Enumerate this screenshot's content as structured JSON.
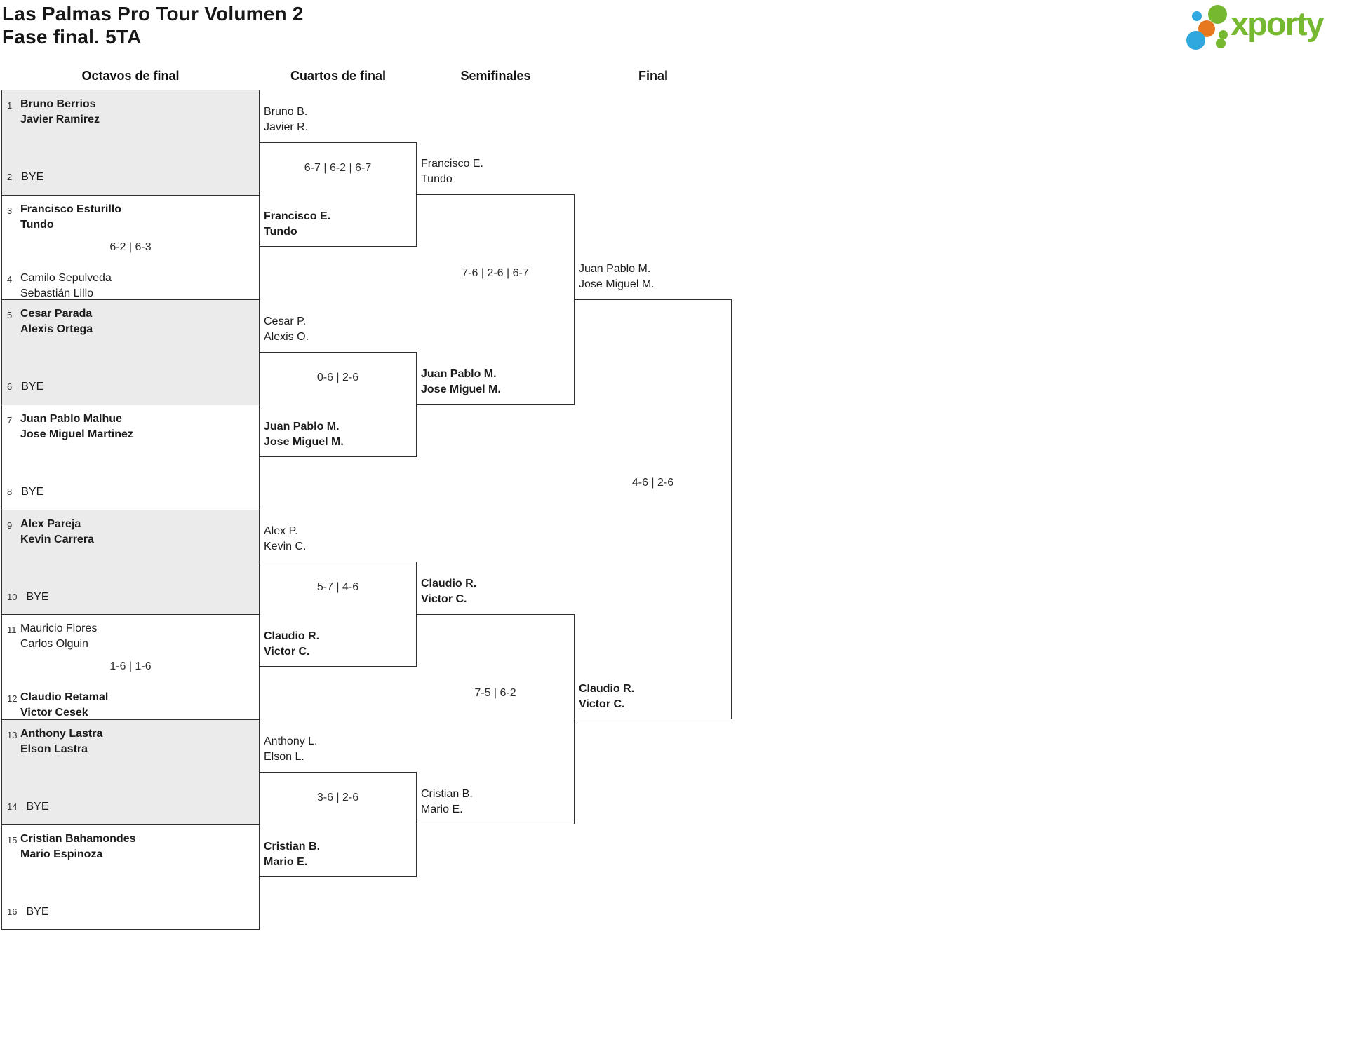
{
  "title": {
    "line1": "Las Palmas Pro Tour Volumen 2",
    "line2": "Fase final. 5TA"
  },
  "logo": {
    "brand": "xporty"
  },
  "headers": [
    "Octavos de final",
    "Cuartos de final",
    "Semifinales",
    "Final"
  ],
  "r1": [
    {
      "seed1": "1",
      "team1": [
        "Bruno Berrios",
        "Javier Ramirez"
      ],
      "winner": "top",
      "seed2": "2",
      "bye": "BYE"
    },
    {
      "seed1": "3",
      "team1": [
        "Francisco Esturillo",
        "Tundo"
      ],
      "winner": "top",
      "score": "6-2 | 6-3",
      "seed2": "4",
      "team2": [
        "Camilo Sepulveda",
        "Sebastián Lillo"
      ]
    },
    {
      "seed1": "5",
      "team1": [
        "Cesar Parada",
        "Alexis Ortega"
      ],
      "winner": "top",
      "seed2": "6",
      "bye": "BYE"
    },
    {
      "seed1": "7",
      "team1": [
        "Juan Pablo Malhue",
        "Jose Miguel Martinez"
      ],
      "winner": "top",
      "seed2": "8",
      "bye": "BYE"
    },
    {
      "seed1": "9",
      "team1": [
        "Alex Pareja",
        "Kevin Carrera"
      ],
      "winner": "top",
      "seed2": "10",
      "bye": "BYE"
    },
    {
      "seed1": "11",
      "team1": [
        "Mauricio Flores",
        "Carlos Olguin"
      ],
      "winner": "bottom",
      "score": "1-6 | 1-6",
      "seed2": "12",
      "team2": [
        "Claudio Retamal",
        "Victor Cesek"
      ]
    },
    {
      "seed1": "13",
      "team1": [
        "Anthony Lastra",
        "Elson Lastra"
      ],
      "winner": "top",
      "seed2": "14",
      "bye": "BYE"
    },
    {
      "seed1": "15",
      "team1": [
        "Cristian Bahamondes",
        "Mario Espinoza"
      ],
      "winner": "top",
      "seed2": "16",
      "bye": "BYE"
    }
  ],
  "qf": [
    {
      "top": [
        "Bruno B.",
        "Javier R."
      ],
      "score": "6-7 | 6-2 | 6-7",
      "bottom": [
        "Francisco E.",
        "Tundo"
      ],
      "winner": "bottom"
    },
    {
      "top": [
        "Cesar P.",
        "Alexis O."
      ],
      "score": "0-6 | 2-6",
      "bottom": [
        "Juan Pablo M.",
        "Jose Miguel M."
      ],
      "winner": "bottom"
    },
    {
      "top": [
        "Alex P.",
        "Kevin C."
      ],
      "score": "5-7 | 4-6",
      "bottom": [
        "Claudio R.",
        "Victor C."
      ],
      "winner": "bottom"
    },
    {
      "top": [
        "Anthony L.",
        "Elson L."
      ],
      "score": "3-6 | 2-6",
      "bottom": [
        "Cristian B.",
        "Mario E."
      ],
      "winner": "bottom"
    }
  ],
  "sf": [
    {
      "top": [
        "Francisco E.",
        "Tundo"
      ],
      "score": "7-6 | 2-6 | 6-7",
      "bottom": [
        "Juan Pablo M.",
        "Jose Miguel M."
      ],
      "winner": "bottom"
    },
    {
      "top": [
        "Claudio R.",
        "Victor C."
      ],
      "score": "7-5 | 6-2",
      "bottom": [
        "Cristian B.",
        "Mario E."
      ],
      "winner": "top"
    }
  ],
  "final": [
    {
      "top": [
        "Juan Pablo M.",
        "Jose Miguel M."
      ],
      "score": "4-6 | 2-6",
      "bottom": [
        "Claudio R.",
        "Victor C."
      ],
      "winner": "bottom"
    }
  ],
  "colors": {
    "brand_green": "#76b82f",
    "brand_blue": "#2fa8e0",
    "brand_orange": "#e8781e",
    "shaded_row": "#ebebeb",
    "border": "#2f2f2f"
  }
}
